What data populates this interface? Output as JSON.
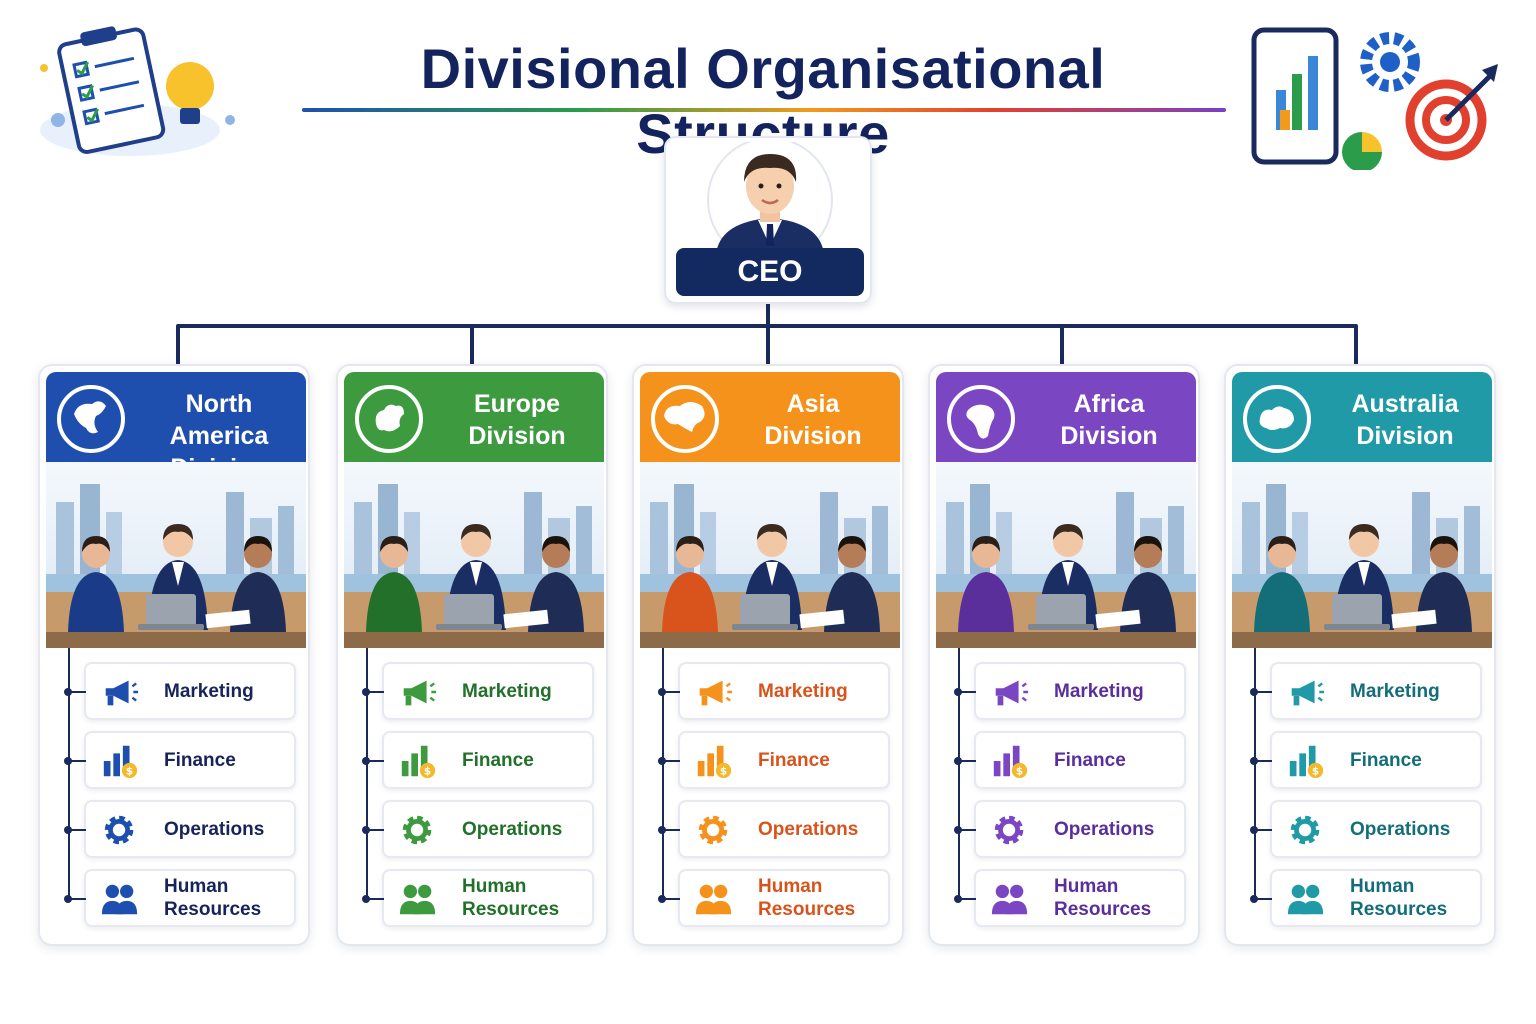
{
  "title": "Divisional Organisational Structure",
  "ceo": {
    "label": "CEO"
  },
  "divisions": [
    {
      "name_line1": "North America",
      "name_line2": "Division",
      "color": "#1f4fae",
      "dark": "#1a3c88",
      "globe": "north-america",
      "departments": [
        {
          "label": "Marketing",
          "icon": "megaphone-icon"
        },
        {
          "label": "Finance",
          "icon": "bar-chart-coin-icon"
        },
        {
          "label": "Operations",
          "icon": "gear-icon"
        },
        {
          "label_line1": "Human",
          "label_line2": "Resources",
          "icon": "people-icon"
        }
      ]
    },
    {
      "name_line1": "Europe",
      "name_line2": "Division",
      "color": "#3d9a3f",
      "dark": "#22702a",
      "globe": "europe",
      "departments": [
        {
          "label": "Marketing",
          "icon": "megaphone-icon"
        },
        {
          "label": "Finance",
          "icon": "bar-chart-coin-icon"
        },
        {
          "label": "Operations",
          "icon": "gear-icon"
        },
        {
          "label_line1": "Human",
          "label_line2": "Resources",
          "icon": "people-icon"
        }
      ]
    },
    {
      "name_line1": "Asia",
      "name_line2": "Division",
      "color": "#f4921c",
      "dark": "#d9531c",
      "globe": "asia",
      "departments": [
        {
          "label": "Marketing",
          "icon": "megaphone-icon"
        },
        {
          "label": "Finance",
          "icon": "bar-chart-coin-icon"
        },
        {
          "label": "Operations",
          "icon": "gear-icon"
        },
        {
          "label_line1": "Human",
          "label_line2": "Resources",
          "icon": "people-icon"
        }
      ]
    },
    {
      "name_line1": "Africa",
      "name_line2": "Division",
      "color": "#7b46c2",
      "dark": "#5a2f9c",
      "globe": "africa",
      "departments": [
        {
          "label": "Marketing",
          "icon": "megaphone-icon"
        },
        {
          "label": "Finance",
          "icon": "bar-chart-coin-icon"
        },
        {
          "label": "Operations",
          "icon": "gear-icon"
        },
        {
          "label_line1": "Human",
          "label_line2": "Resources",
          "icon": "people-icon"
        }
      ]
    },
    {
      "name_line1": "Australia",
      "name_line2": "Division",
      "color": "#1f9aa6",
      "dark": "#136e79",
      "globe": "australia",
      "departments": [
        {
          "label": "Marketing",
          "icon": "megaphone-icon"
        },
        {
          "label": "Finance",
          "icon": "bar-chart-coin-icon"
        },
        {
          "label": "Operations",
          "icon": "gear-icon"
        },
        {
          "label_line1": "Human",
          "label_line2": "Resources",
          "icon": "people-icon"
        }
      ]
    }
  ],
  "colors": {
    "navy": "#132a60",
    "connector": "#1a2a5c"
  }
}
